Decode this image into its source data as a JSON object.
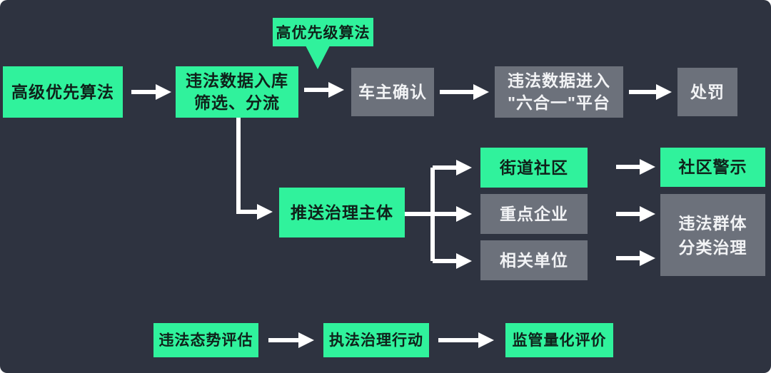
{
  "diagram": {
    "background_color": "#2e3340",
    "colors": {
      "green_box": "#30f29c",
      "gray_box": "#6c717b",
      "arrow": "#ffffff",
      "text_on_green": "#0f211a",
      "text_on_gray": "#f2f3f5"
    },
    "callout": {
      "label": "高优先级算法"
    },
    "nodes": {
      "advanced_priority_algorithm": {
        "label": "高级优先算法",
        "style": "green"
      },
      "illegal_data_intake": {
        "label": "违法数据入库\n筛选、分流",
        "style": "green"
      },
      "owner_confirmation": {
        "label": "车主确认",
        "style": "gray"
      },
      "six_in_one_platform": {
        "label": "违法数据进入\n\"六合一\"平台",
        "style": "gray"
      },
      "punishment": {
        "label": "处罚",
        "style": "gray"
      },
      "push_governance_subject": {
        "label": "推送治理主体",
        "style": "green"
      },
      "street_community": {
        "label": "街道社区",
        "style": "green"
      },
      "key_enterprises": {
        "label": "重点企业",
        "style": "gray"
      },
      "related_units": {
        "label": "相关单位",
        "style": "gray"
      },
      "community_warning": {
        "label": "社区警示",
        "style": "green"
      },
      "illegal_group_governance": {
        "label": "违法群体\n分类治理",
        "style": "gray"
      },
      "illegal_situation_assessment": {
        "label": "违法态势评估",
        "style": "green"
      },
      "enforcement_governance_action": {
        "label": "执法治理行动",
        "style": "green"
      },
      "supervision_quantitative_evaluation": {
        "label": "监管量化评价",
        "style": "green"
      }
    }
  }
}
